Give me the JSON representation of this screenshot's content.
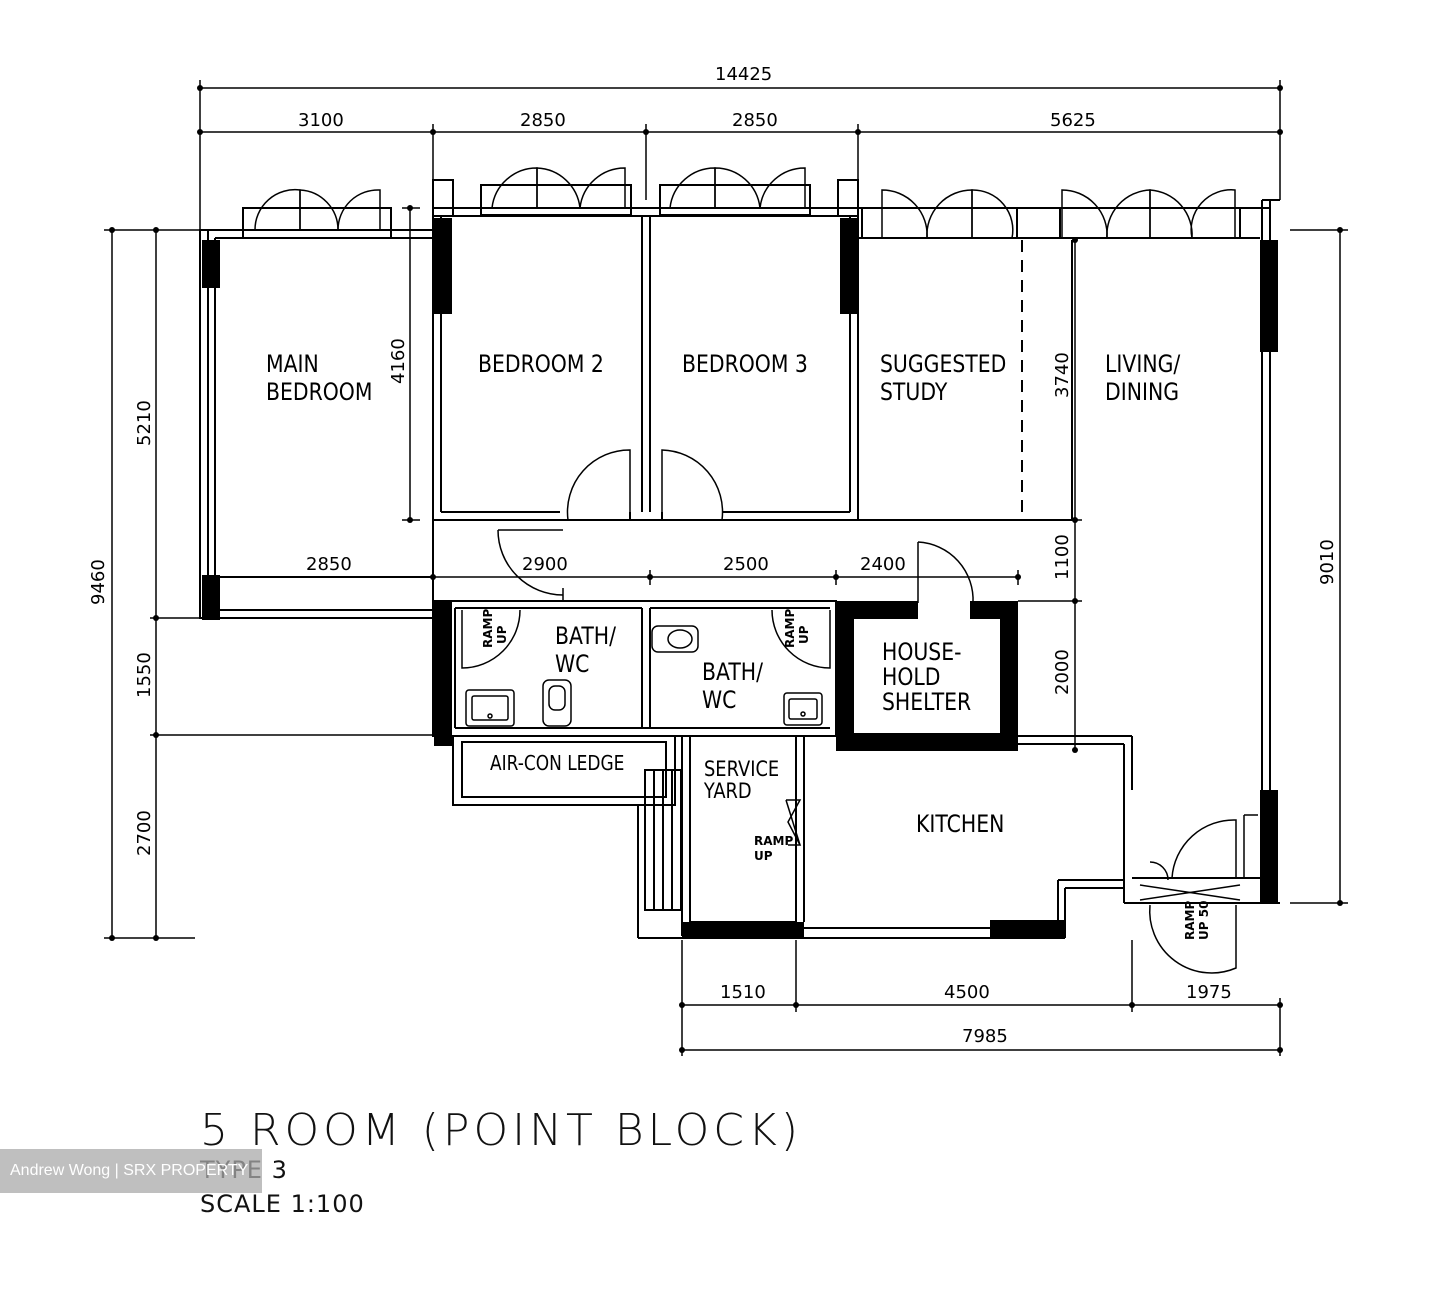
{
  "rooms": {
    "main_bedroom": [
      "MAIN",
      "BEDROOM"
    ],
    "bedroom2": "BEDROOM 2",
    "bedroom3": "BEDROOM 3",
    "study": [
      "SUGGESTED",
      "STUDY"
    ],
    "living": [
      "LIVING/",
      "DINING"
    ],
    "bath1": [
      "BATH/",
      "WC"
    ],
    "bath2": [
      "BATH/",
      "WC"
    ],
    "shelter": [
      "HOUSE-",
      "HOLD",
      "SHELTER"
    ],
    "aircon": "AIR-CON LEDGE",
    "service": [
      "SERVICE",
      "YARD"
    ],
    "kitchen": "KITCHEN",
    "ramp": [
      "RAMP",
      "UP"
    ],
    "ramp50": [
      "RAMP",
      "UP 50"
    ]
  },
  "dimensions": {
    "overall_width": "14425",
    "top": [
      "3100",
      "2850",
      "2850",
      "5625"
    ],
    "mid": [
      "2850",
      "2900",
      "2500",
      "2400"
    ],
    "bottom": [
      "1510",
      "4500",
      "1975"
    ],
    "bottom_total": "7985",
    "left_total": "9460",
    "left": [
      "5210",
      "1550",
      "2700"
    ],
    "inner_bedroom_height": "4160",
    "study_height": "3740",
    "corridor": "1100",
    "shelter_height": "2000",
    "right_total": "9010"
  },
  "title": {
    "main": "5 ROOM (POINT BLOCK)",
    "type": "TYPE 3",
    "scale": "SCALE 1:100"
  },
  "watermark": "Andrew Wong | SRX PROPERTY"
}
